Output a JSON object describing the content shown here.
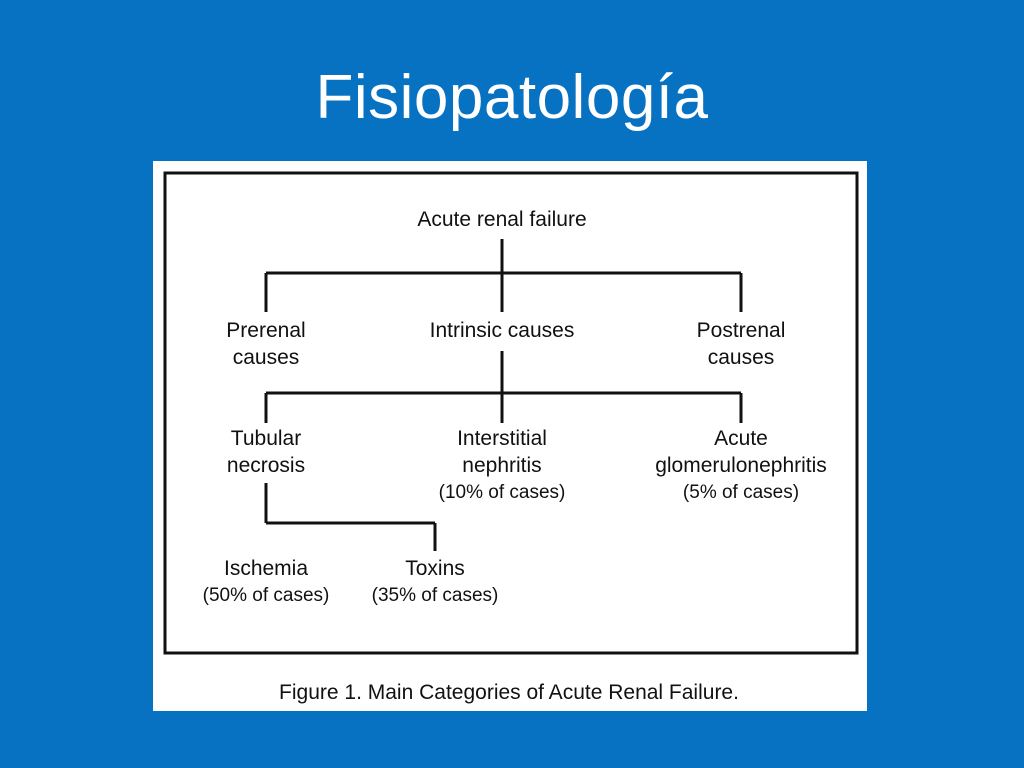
{
  "slide": {
    "title": "Fisiopatología"
  },
  "diagram": {
    "root": "Acute renal failure",
    "level1": {
      "prerenal_l1": "Prerenal",
      "prerenal_l2": "causes",
      "intrinsic": "Intrinsic causes",
      "postrenal_l1": "Postrenal",
      "postrenal_l2": "causes"
    },
    "level2": {
      "tubular_l1": "Tubular",
      "tubular_l2": "necrosis",
      "interstitial_l1": "Interstitial",
      "interstitial_l2": "nephritis",
      "interstitial_pct": "(10% of cases)",
      "glomerulo_l1": "Acute",
      "glomerulo_l2": "glomerulonephritis",
      "glomerulo_pct": "(5% of cases)"
    },
    "level3": {
      "ischemia": "Ischemia",
      "ischemia_pct": "(50% of cases)",
      "toxins": "Toxins",
      "toxins_pct": "(35% of cases)"
    },
    "caption": "Figure 1. Main Categories of Acute Renal Failure.",
    "colors": {
      "background": "#0771c2",
      "panel": "#ffffff",
      "lines": "#111111"
    }
  }
}
